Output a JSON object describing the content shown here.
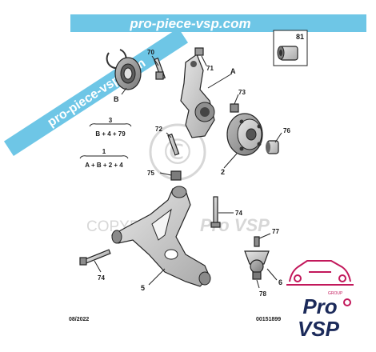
{
  "banner": {
    "text": "pro-piece-vsp.com",
    "diagonal_text": "pro-piece-vsp.com",
    "color": "#6ec6e6"
  },
  "watermark": {
    "copyright_symbol": "©",
    "text_a": "COPYRIGHT",
    "text_b": "Pro VSP"
  },
  "inset": {
    "label": "81"
  },
  "callouts": {
    "c70": "70",
    "c71": "71",
    "cA": "A",
    "cB": "B",
    "c73": "73",
    "c72": "72",
    "c76": "76",
    "c75": "75",
    "c2": "2",
    "c74a": "74",
    "c74b": "74",
    "c77": "77",
    "c5": "5",
    "c6": "6",
    "c78": "78"
  },
  "formulas": {
    "f1_top": "3",
    "f1_bottom": "B + 4 + 79",
    "f2_top": "1",
    "f2_bottom": "A + B + 2 + 4"
  },
  "footer": {
    "date": "08/2022",
    "ref": "00151899"
  },
  "logo": {
    "group": "GROUP",
    "line1": "Pro",
    "line2": "VSP",
    "accent": "#c2185b",
    "navy": "#1b2a5a"
  },
  "colors": {
    "part_gray": "#c9c9c9",
    "part_dark": "#8f8f8f",
    "watermark_gray": "#d3d3d3"
  }
}
